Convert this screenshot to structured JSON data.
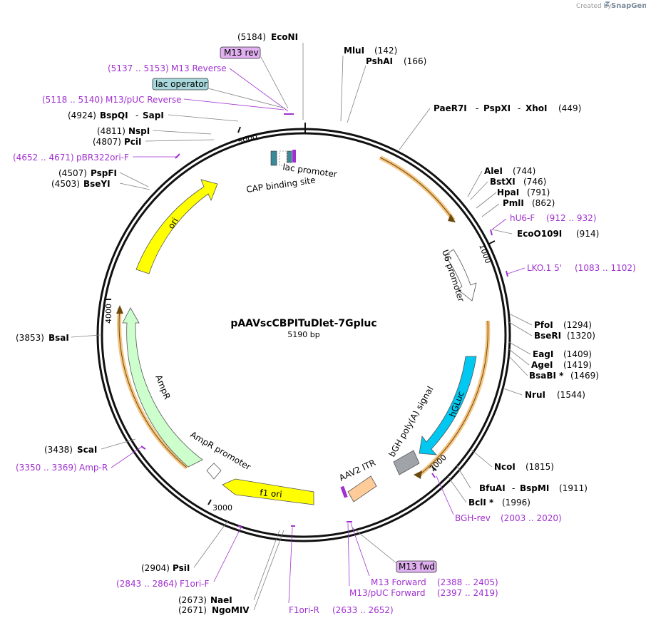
{
  "credit": {
    "prefix": "Created by",
    "brand": "SnapGene"
  },
  "plasmid": {
    "name": "pAAVscCBPITuDlet-7Gpluc",
    "length": "5190 bp"
  },
  "ticks": [
    "1000",
    "2000",
    "3000",
    "4000",
    "5000"
  ],
  "features": {
    "ori": "ori",
    "ampr": "AmpR",
    "ampr_promoter": "AmpR promoter",
    "f1_ori": "f1 ori",
    "aav2_itr": "AAV2 ITR",
    "bgh": "bGH poly(A) signal",
    "hgluc": "hGLuc",
    "u6": "U6 promoter",
    "lac_promoter": "lac promoter",
    "cap": "CAP binding site"
  },
  "boxes": {
    "m13_rev": "M13 rev",
    "lac_operator": "lac operator",
    "m13_fwd": "M13 fwd"
  },
  "enzymes": {
    "econi": {
      "pos": "(5184)",
      "name": "EcoNI"
    },
    "mlui": {
      "name": "MluI",
      "pos": "(142)"
    },
    "pshai": {
      "name": "PshAI",
      "pos": "(166)"
    },
    "paer7i": {
      "name": "PaeR7I",
      "sep1": "-",
      "name2": "PspXI",
      "sep2": "-",
      "name3": "XhoI",
      "pos": "(449)"
    },
    "alei": {
      "name": "AleI",
      "pos": "(744)"
    },
    "bstxi": {
      "name": "BstXI",
      "pos": "(746)"
    },
    "hpai": {
      "name": "HpaI",
      "pos": "(791)"
    },
    "pmli": {
      "name": "PmlI",
      "pos": "(862)"
    },
    "ecoo109i": {
      "name": "EcoO109I",
      "pos": "(914)"
    },
    "pfoi": {
      "name": "PfoI",
      "pos": "(1294)"
    },
    "bseri": {
      "name": "BseRI",
      "pos": "(1320)"
    },
    "eagi": {
      "name": "EagI",
      "pos": "(1409)"
    },
    "agei": {
      "name": "AgeI",
      "pos": "(1419)"
    },
    "bsabi": {
      "name": "BsaBI *",
      "pos": "(1469)"
    },
    "nrui": {
      "name": "NruI",
      "pos": "(1544)"
    },
    "ncoi": {
      "name": "NcoI",
      "pos": "(1815)"
    },
    "bfuai": {
      "name": "BfuAI",
      "sep": "-",
      "name2": "BspMI",
      "pos": "(1911)"
    },
    "bcli": {
      "name": "BclI *",
      "pos": "(1996)"
    },
    "bspqi": {
      "pos": "(4924)",
      "name": "BspQI",
      "sep": "-",
      "name2": "SapI"
    },
    "nspi": {
      "pos": "(4811)",
      "name": "NspI"
    },
    "pcii": {
      "pos": "(4807)",
      "name": "PciI"
    },
    "pspfi": {
      "pos": "(4507)",
      "name": "PspFI"
    },
    "bseyi": {
      "pos": "(4503)",
      "name": "BseYI"
    },
    "bsai": {
      "pos": "(3853)",
      "name": "BsaI"
    },
    "scai": {
      "pos": "(3438)",
      "name": "ScaI"
    },
    "psii": {
      "pos": "(2904)",
      "name": "PsiI"
    },
    "naei": {
      "pos": "(2673)",
      "name": "NaeI"
    },
    "ngomiv": {
      "pos": "(2671)",
      "name": "NgoMIV"
    }
  },
  "primers": {
    "m13_reverse": {
      "pos": "(5137 .. 5153)",
      "name": "M13 Reverse"
    },
    "m13_puc_reverse": {
      "pos": "(5118 .. 5140)",
      "name": "M13/pUC Reverse"
    },
    "pbr322": {
      "pos": "(4652 .. 4671)",
      "name": "pBR322ori-F"
    },
    "hu6f": {
      "name": "hU6-F",
      "pos": "(912 .. 932)"
    },
    "lko": {
      "name": "LKO.1 5'",
      "pos": "(1083 .. 1102)"
    },
    "bgh_rev": {
      "name": "BGH-rev",
      "pos": "(2003 .. 2020)"
    },
    "m13_forward": {
      "name": "M13 Forward",
      "pos": "(2388 .. 2405)"
    },
    "m13_puc_forward": {
      "name": "M13/pUC Forward",
      "pos": "(2397 .. 2419)"
    },
    "amp_r": {
      "pos": "(3350 .. 3369)",
      "name": "Amp-R"
    },
    "f1ori_f": {
      "pos": "(2843 .. 2864)",
      "name": "F1ori-F"
    },
    "f1ori_r": {
      "name": "F1ori-R",
      "pos": "(2633 .. 2652)"
    }
  },
  "colors": {
    "ori": "#ffff00",
    "ampr": "#ccffcc",
    "f1_ori": "#ffff00",
    "aav2_itr": "#ffcc99",
    "bgh": "#a0a4a8",
    "hgluc": "#00c8f0",
    "primer": "#a030d0",
    "orf_highlight": "#f5c480",
    "box_m13": "#e0b0f0",
    "box_lac": "#a8d8dc"
  }
}
